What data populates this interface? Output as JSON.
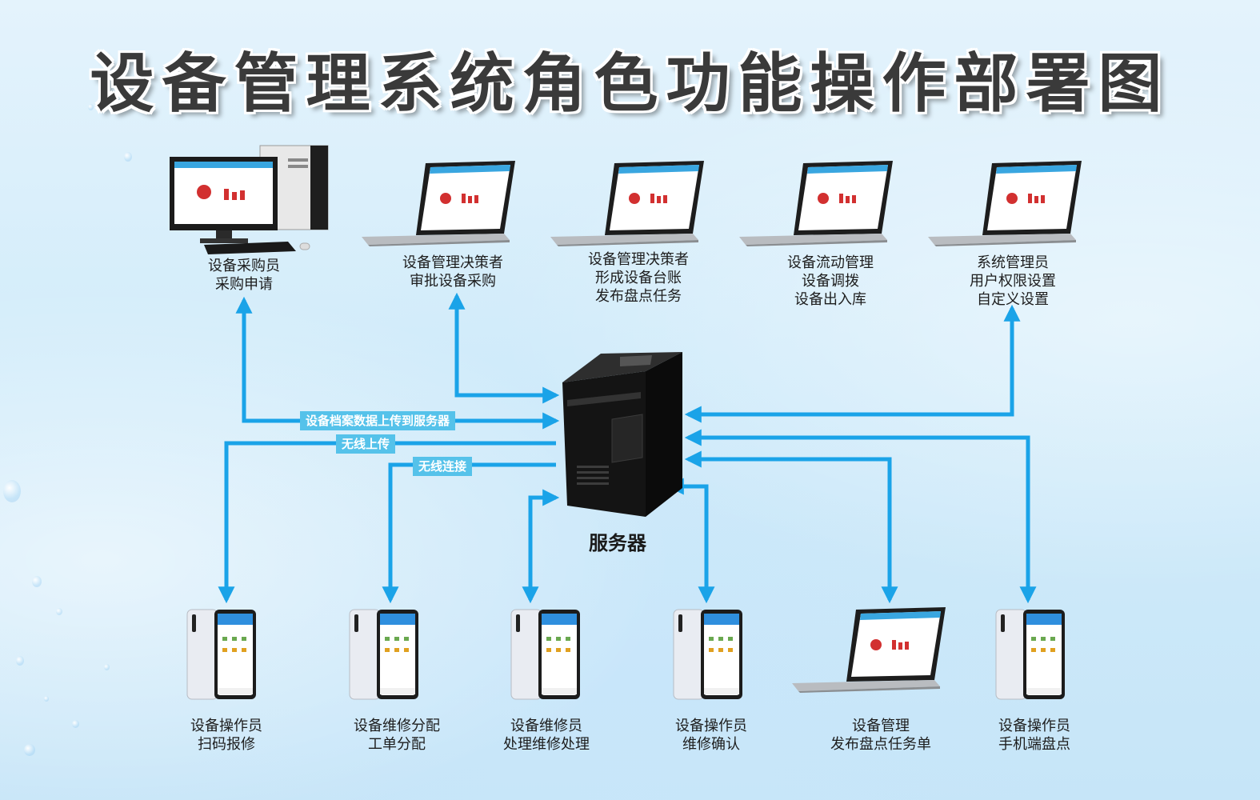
{
  "title": "设备管理系统角色功能操作部署图",
  "server_label": "服务器",
  "connection_labels": {
    "upload_archive": "设备档案数据上传到服务器",
    "wireless_upload": "无线上传",
    "wireless_connect": "无线连接"
  },
  "top_roles": [
    {
      "lines": [
        "设备采购员",
        "采购申请"
      ],
      "device": "desktop"
    },
    {
      "lines": [
        "设备管理决策者",
        "审批设备采购"
      ],
      "device": "laptop"
    },
    {
      "lines": [
        "设备管理决策者",
        "形成设备台账",
        "发布盘点任务"
      ],
      "device": "laptop"
    },
    {
      "lines": [
        "设备流动管理",
        "设备调拨",
        "设备出入库"
      ],
      "device": "laptop"
    },
    {
      "lines": [
        "系统管理员",
        "用户权限设置",
        "自定义设置"
      ],
      "device": "laptop"
    }
  ],
  "bottom_roles": [
    {
      "lines": [
        "设备操作员",
        "扫码报修"
      ],
      "device": "phone"
    },
    {
      "lines": [
        "设备维修分配",
        "工单分配"
      ],
      "device": "phone"
    },
    {
      "lines": [
        "设备维修员",
        "处理维修处理"
      ],
      "device": "phone"
    },
    {
      "lines": [
        "设备操作员",
        "维修确认"
      ],
      "device": "phone"
    },
    {
      "lines": [
        "设备管理",
        "发布盘点任务单"
      ],
      "device": "laptop"
    },
    {
      "lines": [
        "设备操作员",
        "手机端盘点"
      ],
      "device": "phone"
    }
  ],
  "colors": {
    "arrow": "#1aa3e8",
    "pill": "#55c2ea",
    "title": "#3a3a3a"
  }
}
